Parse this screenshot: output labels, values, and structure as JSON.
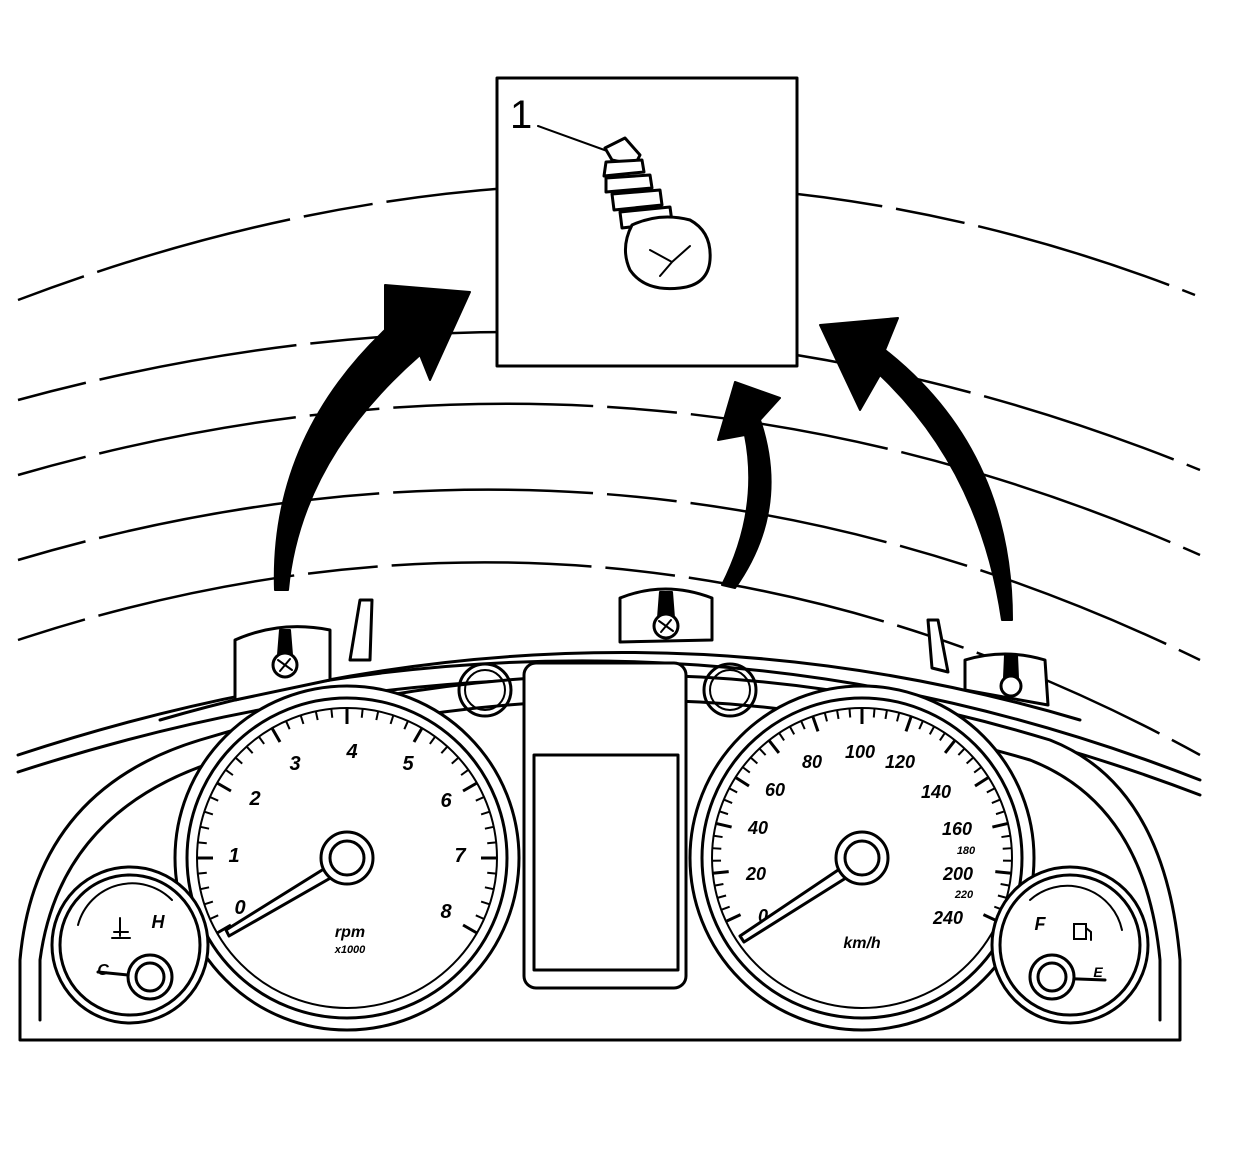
{
  "callout": {
    "number": "1"
  },
  "tachometer": {
    "labels": [
      "0",
      "1",
      "2",
      "3",
      "4",
      "5",
      "6",
      "7",
      "8"
    ],
    "unit": "rpm",
    "multiplier": "x1000"
  },
  "speedometer": {
    "labels": [
      "0",
      "20",
      "40",
      "60",
      "80",
      "100",
      "120",
      "140",
      "160",
      "180",
      "200",
      "220",
      "240"
    ],
    "unit": "km/h"
  },
  "temp_gauge": {
    "low": "C",
    "high": "H"
  },
  "fuel_gauge": {
    "full": "F",
    "empty": "E"
  }
}
